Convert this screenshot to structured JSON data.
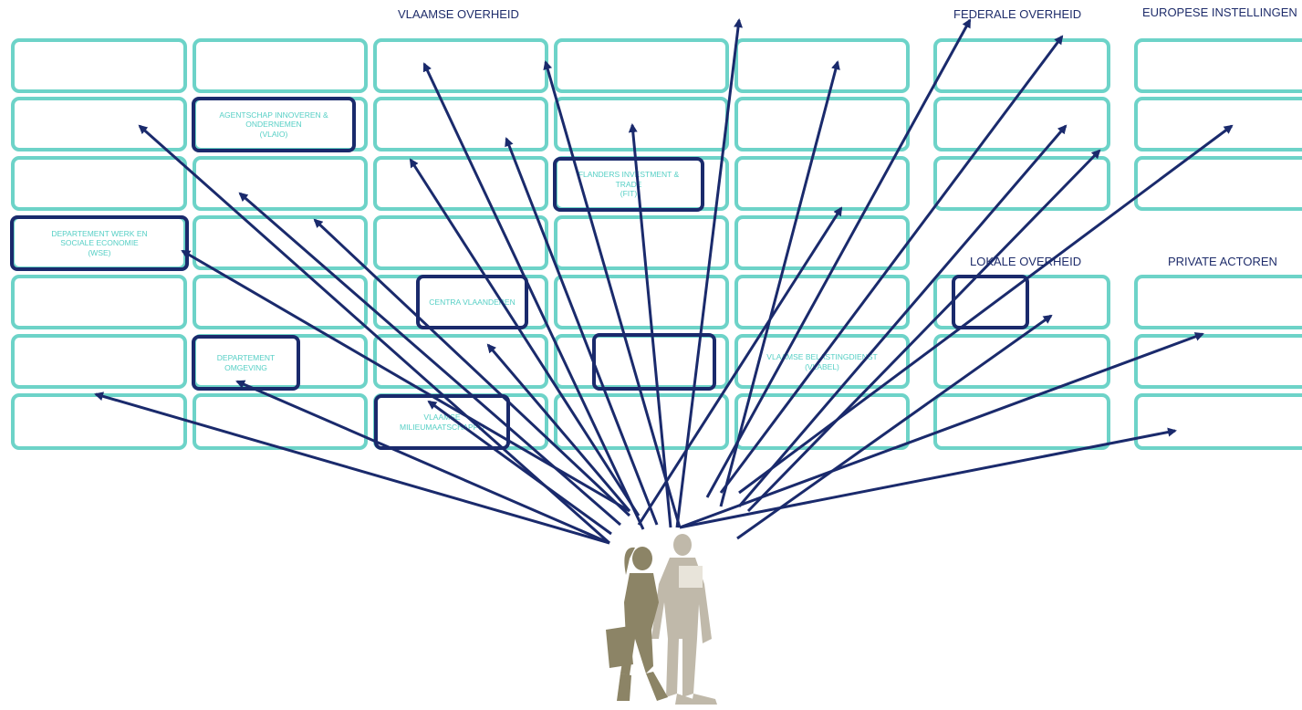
{
  "headers": {
    "vlaamse": "VLAAMSE OVERHEID",
    "federale": "FEDERALE OVERHEID",
    "europese": "EUROPESE INSTELLINGEN",
    "lokale": "LOKALE OVERHEID",
    "private": "PRIVATE ACTOREN"
  },
  "orgs": {
    "vlaio": "AGENTSCHAP INNOVEREN &\nONDERNEMEN\n(VLAIO)",
    "fit": "FLANDERS INVESTMENT &\nTRADE\n(FIT)",
    "wse": "DEPARTEMENT WERK EN\nSOCIALE ECONOMIE\n(WSE)",
    "centra": "CENTRA VLAANDEREN",
    "omgeving": "DEPARTEMENT OMGEVING",
    "vlabel": "VLAAMSE BELASTINGDIENST\n(VLABEL)",
    "vmm": "VLAAMSE\nMILIEUMAATSCHAPPIJ",
    "unnamed": "",
    "lokaal": ""
  },
  "colors": {
    "cell_border": "#6dd3c8",
    "org_border": "#1a2a6c",
    "arrow": "#1a2a6c",
    "header_text": "#1f2d6b",
    "org_text": "#56cfc5",
    "woman": "#8c8466",
    "man": "#c0b9aa"
  },
  "figure": {
    "description_icon": "business-people-silhouette-icon"
  }
}
